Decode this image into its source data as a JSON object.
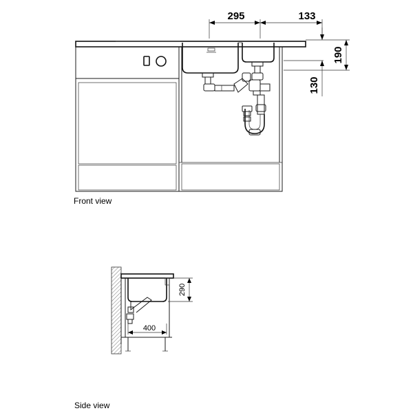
{
  "front_view": {
    "caption": "Front view",
    "dimensions": {
      "width_left": "295",
      "width_right": "133",
      "height_right": "190",
      "height_lower": "130"
    }
  },
  "side_view": {
    "caption": "Side view",
    "dimensions": {
      "depth": "290",
      "width": "400"
    }
  }
}
